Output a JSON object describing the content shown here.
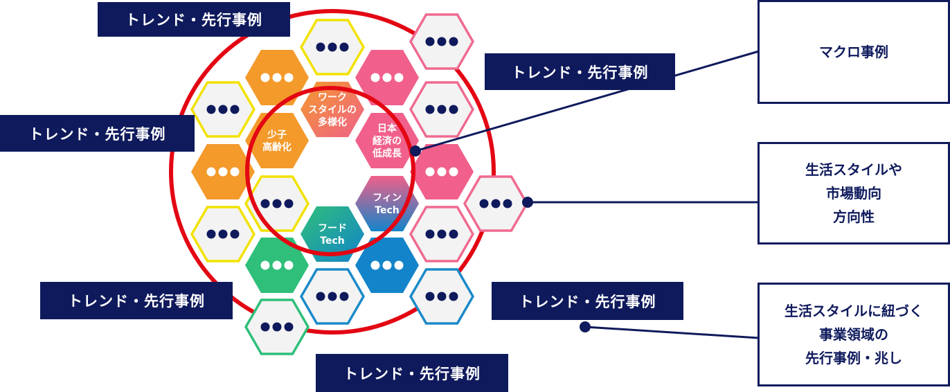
{
  "colors": {
    "navy": "#0f1a5c",
    "red_ring": "#e30613",
    "orange": "#f39a2b",
    "pink": "#f0608a",
    "green": "#2fbf7a",
    "blue": "#1384c9",
    "yellow_outline": "#f2e200",
    "pink_outline": "#f06a8f",
    "green_outline": "#2fbf7a",
    "blue_outline": "#1a8ac9",
    "dots": "#0f1a5c",
    "hex_fill_light": "#f3f3f3"
  },
  "trend_tags": [
    "トレンド・先行事例",
    "トレンド・先行事例",
    "トレンド・先行事例",
    "トレンド・先行事例",
    "トレンド・先行事例",
    "トレンド・先行事例"
  ],
  "side_boxes": {
    "macro": "マクロ事例",
    "lifestyle": [
      "生活スタイルや",
      "市場動向",
      "方向性"
    ],
    "business": [
      "生活スタイルに紐づく",
      "事業領域の",
      "先行事例・兆し"
    ]
  },
  "core_hexes": {
    "shoushi": [
      "少子",
      "高齢化"
    ],
    "workstyle": [
      "ワーク",
      "スタイルの",
      "多様化"
    ],
    "economy": [
      "日本",
      "経済の",
      "低成長"
    ],
    "fintech": [
      "フィン",
      "Tech"
    ],
    "foodtech": [
      "フード",
      "Tech"
    ]
  },
  "placeholder_glyph": "●●●"
}
